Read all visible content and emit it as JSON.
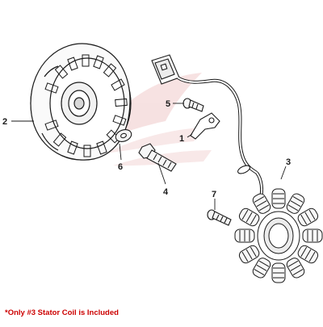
{
  "callouts": {
    "c1": "1",
    "c2": "2",
    "c3": "3",
    "c4": "4",
    "c5": "5",
    "c6": "6",
    "c7": "7"
  },
  "watermark_icon": "honda-wing-logo",
  "note": "*Only #3 Stator Coil is Included",
  "colors": {
    "line": "#1a1a1a",
    "note": "#cc0000",
    "watermark": "#f3d6d6"
  }
}
